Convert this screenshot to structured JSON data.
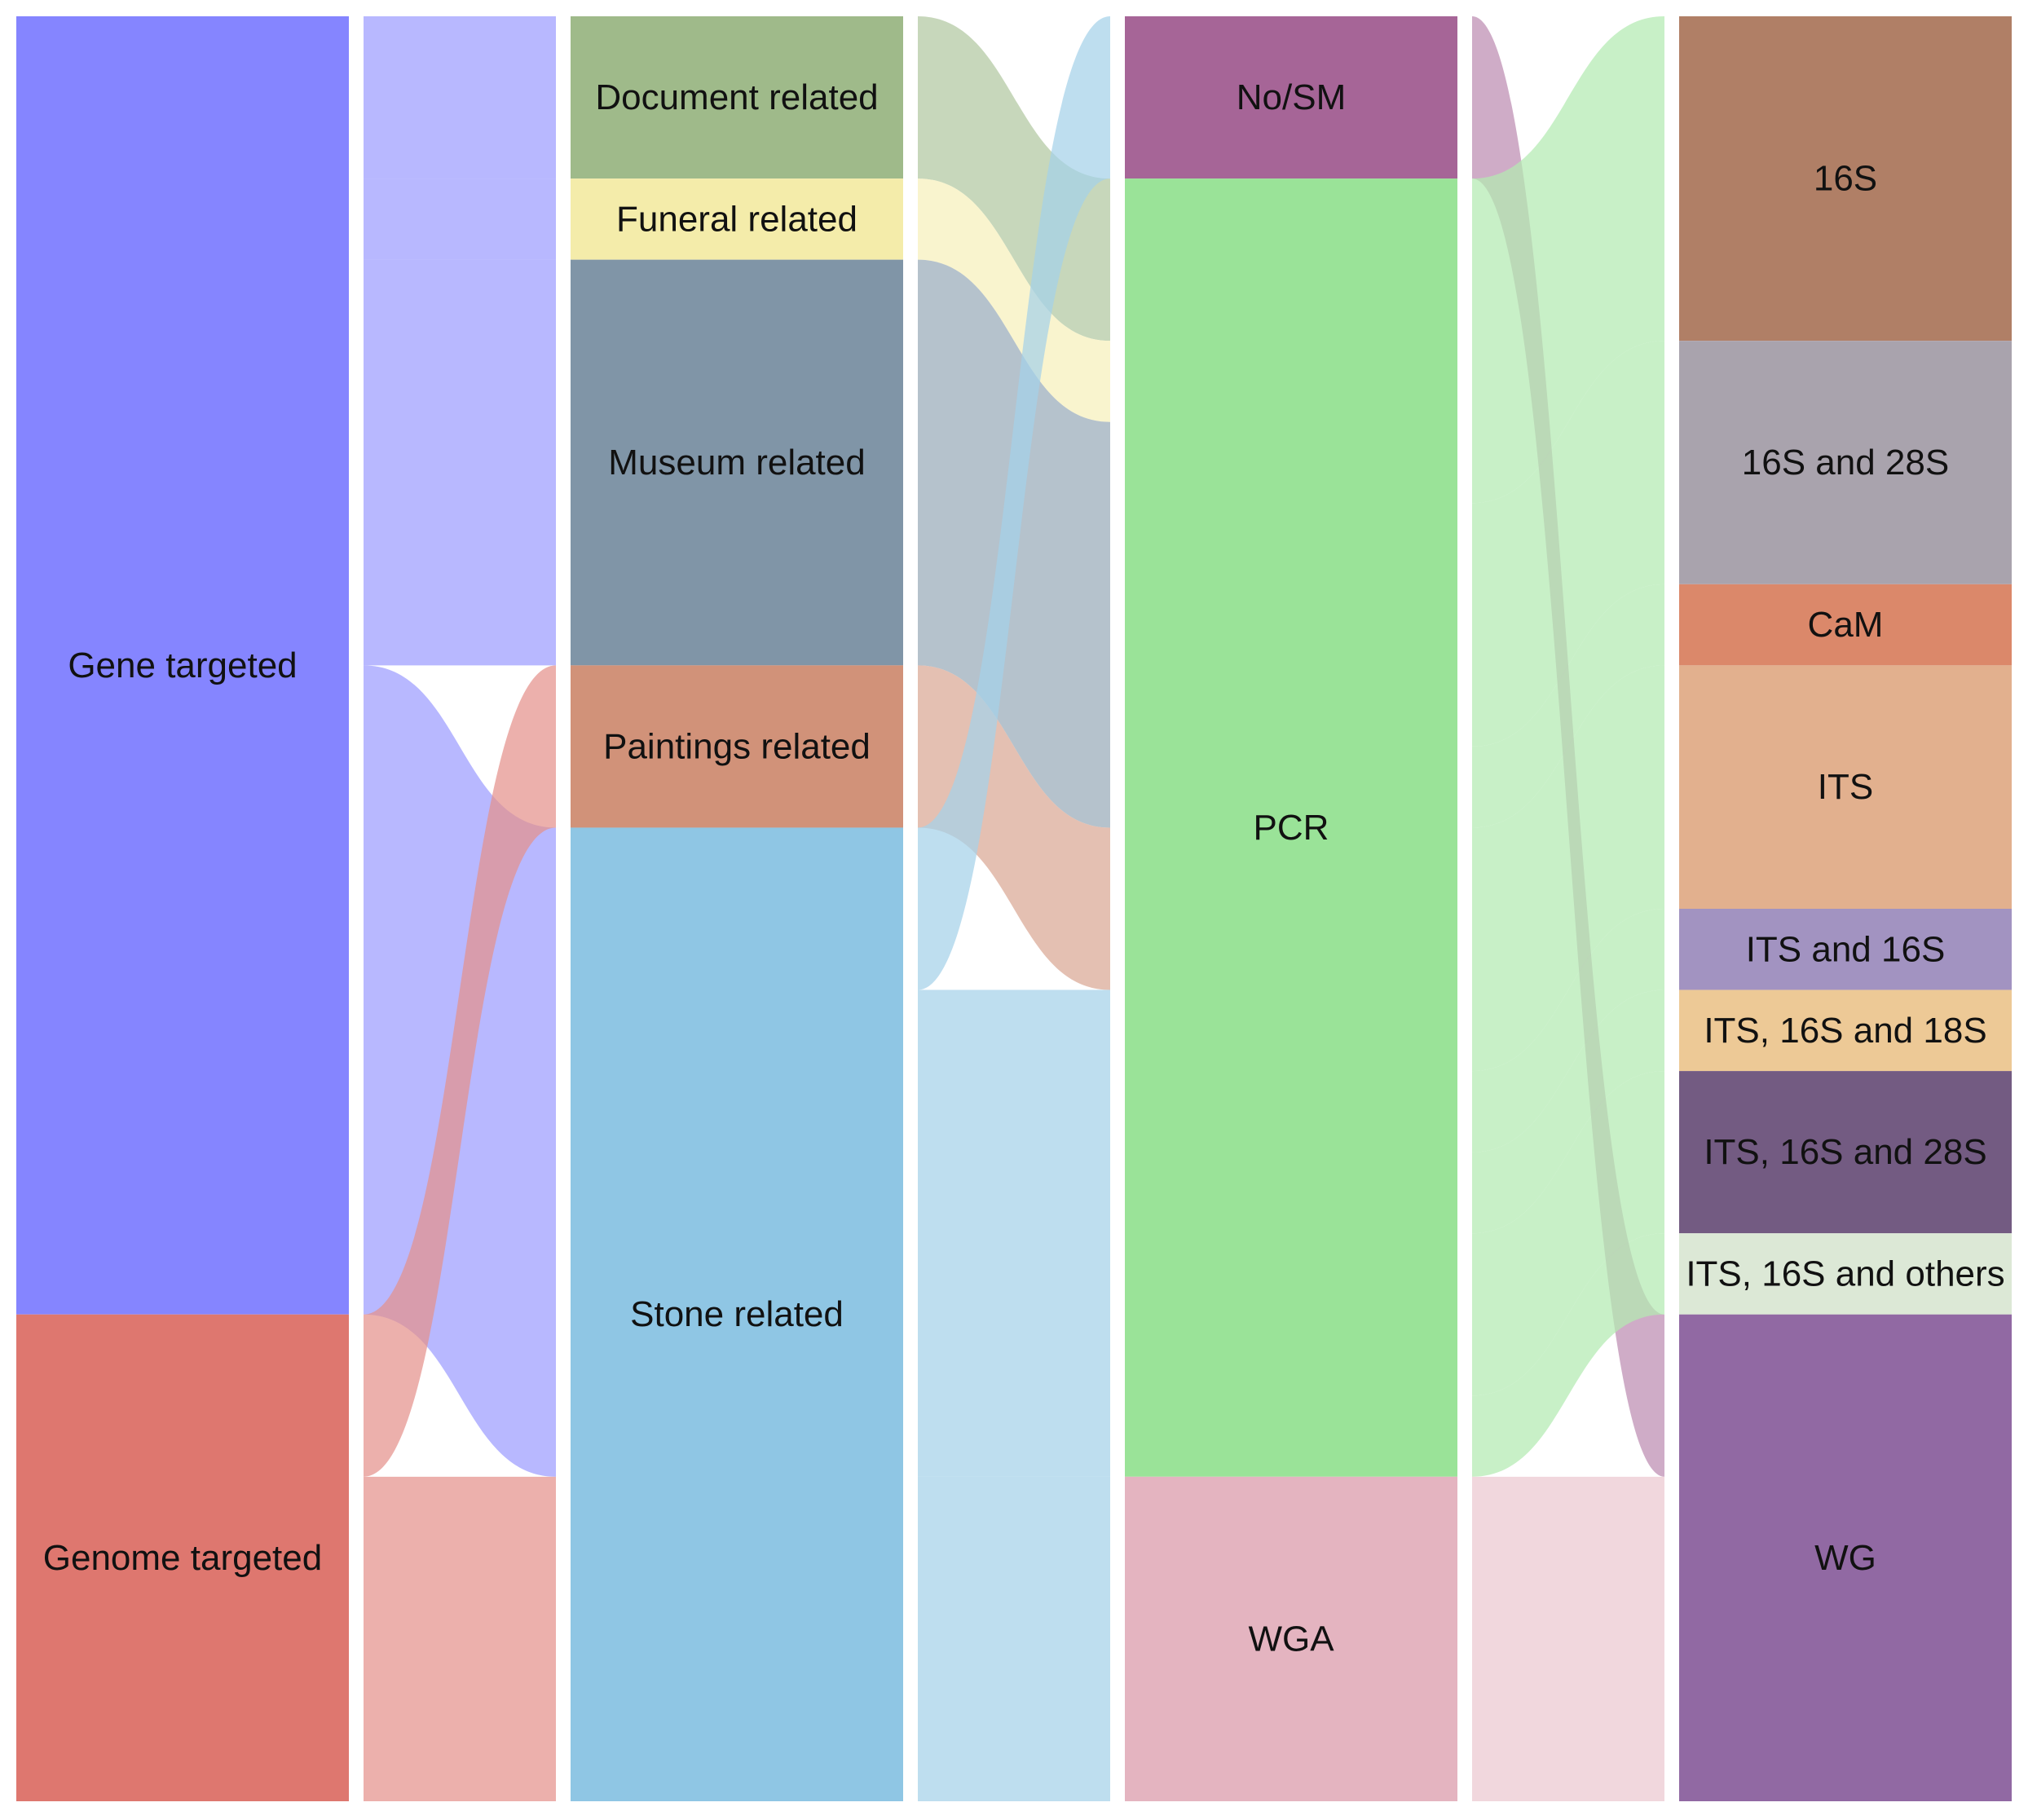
{
  "chart_data": {
    "type": "sankey",
    "columns": [
      {
        "nodes": [
          {
            "id": "gene",
            "label": "Gene targeted",
            "value": 16,
            "color": "#8585ff"
          },
          {
            "id": "genome",
            "label": "Genome targeted",
            "value": 6,
            "color": "#de776f"
          }
        ]
      },
      {
        "nodes": [
          {
            "id": "doc",
            "label": "Document related",
            "value": 2,
            "color": "#9fba8a"
          },
          {
            "id": "fun",
            "label": "Funeral related",
            "value": 1,
            "color": "#f4ecaa"
          },
          {
            "id": "mus",
            "label": "Museum related",
            "value": 5,
            "color": "#8095a7"
          },
          {
            "id": "pai",
            "label": "Paintings related",
            "value": 2,
            "color": "#d19279"
          },
          {
            "id": "sto",
            "label": "Stone related",
            "value": 12,
            "color": "#8fc6e4"
          }
        ]
      },
      {
        "nodes": [
          {
            "id": "no",
            "label": "No/SM",
            "value": 2,
            "color": "#a66597"
          },
          {
            "id": "pcr",
            "label": "PCR",
            "value": 16,
            "color": "#9ae398"
          },
          {
            "id": "wga",
            "label": "WGA",
            "value": 4,
            "color": "#e4b4c0"
          }
        ]
      },
      {
        "nodes": [
          {
            "id": "s16",
            "label": "16S",
            "value": 4,
            "color": "#b07f66"
          },
          {
            "id": "s1628",
            "label": "16S and 28S",
            "value": 3,
            "color": "#a9a3ad"
          },
          {
            "id": "cam",
            "label": "CaM",
            "value": 1,
            "color": "#db886a"
          },
          {
            "id": "its",
            "label": "ITS",
            "value": 3,
            "color": "#e2b08e"
          },
          {
            "id": "its16",
            "label": "ITS and 16S",
            "value": 1,
            "color": "#a293c1"
          },
          {
            "id": "its1618",
            "label": "ITS, 16S and 18S",
            "value": 1,
            "color": "#edc996"
          },
          {
            "id": "its1628",
            "label": "ITS, 16S and 28S",
            "value": 2,
            "color": "#735b82"
          },
          {
            "id": "itsoth",
            "label": "ITS, 16S and others",
            "value": 1,
            "color": "#dce8d6"
          },
          {
            "id": "wg",
            "label": "WG",
            "value": 6,
            "color": "#9169a3"
          }
        ]
      }
    ],
    "links": [
      {
        "source": "gene",
        "target": "doc",
        "value": 2
      },
      {
        "source": "gene",
        "target": "fun",
        "value": 1
      },
      {
        "source": "gene",
        "target": "mus",
        "value": 5
      },
      {
        "source": "gene",
        "target": "sto",
        "value": 8
      },
      {
        "source": "genome",
        "target": "pai",
        "value": 2
      },
      {
        "source": "genome",
        "target": "sto",
        "value": 4
      },
      {
        "source": "doc",
        "target": "pcr",
        "value": 2
      },
      {
        "source": "fun",
        "target": "pcr",
        "value": 1
      },
      {
        "source": "mus",
        "target": "pcr",
        "value": 5
      },
      {
        "source": "pai",
        "target": "pcr",
        "value": 2
      },
      {
        "source": "sto",
        "target": "no",
        "value": 2
      },
      {
        "source": "sto",
        "target": "pcr",
        "value": 6
      },
      {
        "source": "sto",
        "target": "wga",
        "value": 4
      },
      {
        "source": "no",
        "target": "wg",
        "value": 2
      },
      {
        "source": "pcr",
        "target": "s16",
        "value": 4
      },
      {
        "source": "pcr",
        "target": "s1628",
        "value": 3
      },
      {
        "source": "pcr",
        "target": "cam",
        "value": 1
      },
      {
        "source": "pcr",
        "target": "its",
        "value": 3
      },
      {
        "source": "pcr",
        "target": "its16",
        "value": 1
      },
      {
        "source": "pcr",
        "target": "its1618",
        "value": 1
      },
      {
        "source": "pcr",
        "target": "its1628",
        "value": 2
      },
      {
        "source": "pcr",
        "target": "itsoth",
        "value": 1
      },
      {
        "source": "wga",
        "target": "wg",
        "value": 4
      }
    ]
  }
}
